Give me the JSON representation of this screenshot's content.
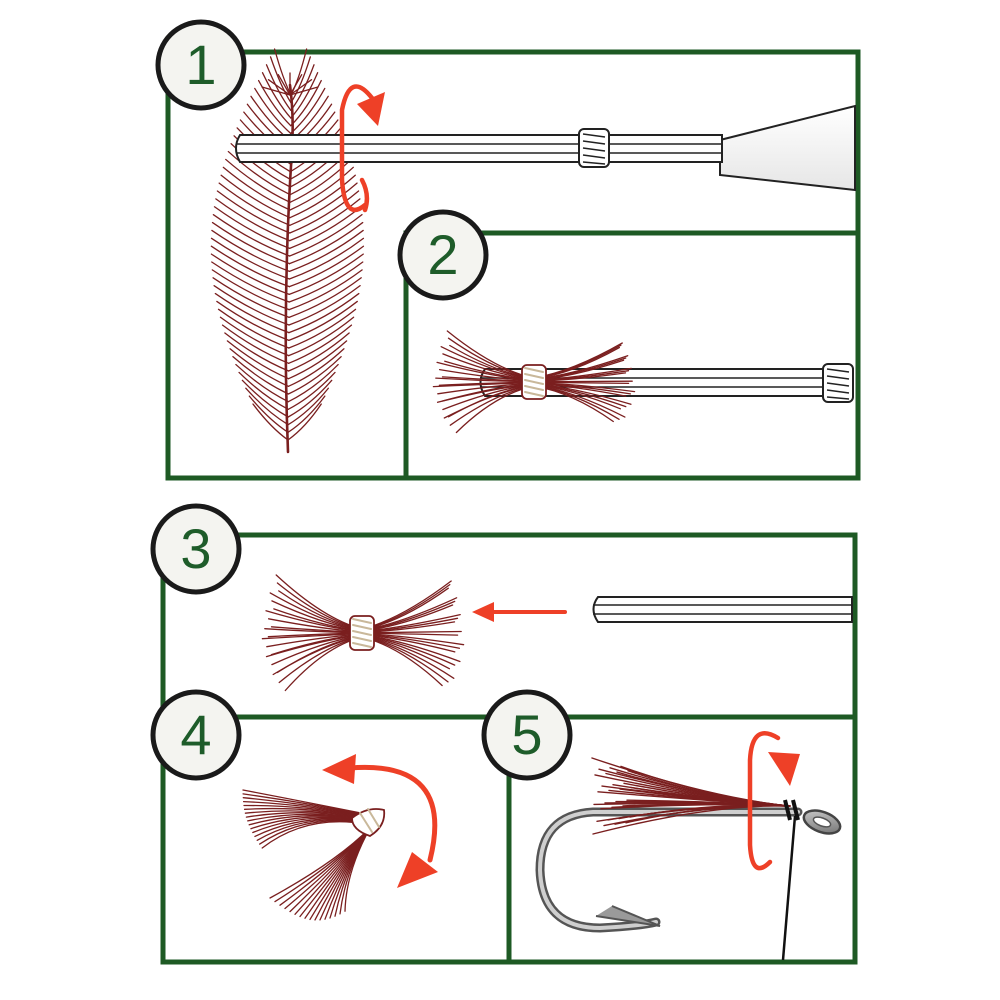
{
  "colors": {
    "frame": "#1e5a24",
    "badge_fill": "#f4f4f0",
    "badge_text": "#1e5c2a",
    "arrow": "#ee4027",
    "feather": "#7a1f1f",
    "thread": "#c9b89a",
    "hook": "#8a8a8a",
    "line": "#222222"
  },
  "steps": [
    {
      "number": "1",
      "icon": "feather-and-split-needle-icon"
    },
    {
      "number": "2",
      "icon": "fibers-in-split-needle-icon"
    },
    {
      "number": "3",
      "icon": "remove-bundle-from-needle-icon"
    },
    {
      "number": "4",
      "icon": "fold-fibers-icon"
    },
    {
      "number": "5",
      "icon": "tie-onto-hook-icon"
    }
  ]
}
